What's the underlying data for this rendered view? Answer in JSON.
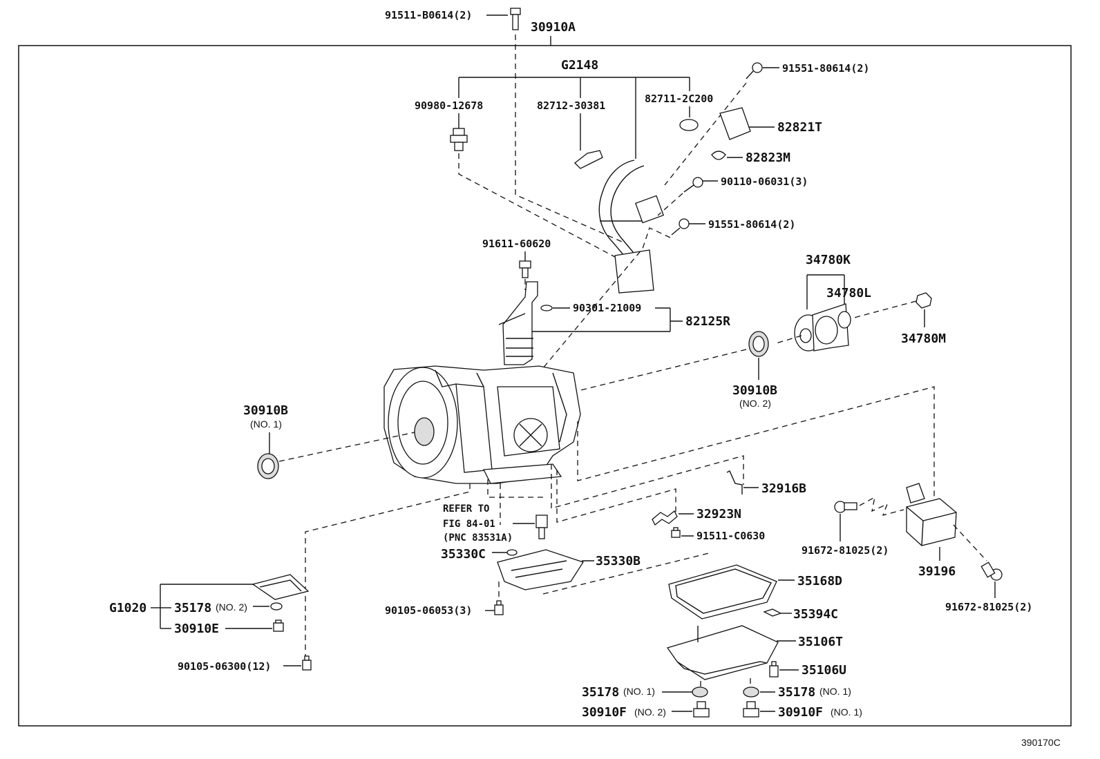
{
  "labels": {
    "p30910A": "30910A",
    "p91511B0614": "91511-B0614(2)",
    "pG2148": "G2148",
    "p9098012678": "90980-12678",
    "p8271230381": "82712-30381",
    "p827112C200": "82711-2C200",
    "p9155180614a": "91551-80614(2)",
    "p82821T": "82821T",
    "p82823M": "82823M",
    "p9011006031": "90110-06031(3)",
    "p9155180614b": "91551-80614(2)",
    "p9161160620": "91611-60620",
    "p9030121009": "90301-21009",
    "p82125R": "82125R",
    "p34780K": "34780K",
    "p34780L": "34780L",
    "p34780M": "34780M",
    "p30910B2": "30910B",
    "p30910B2sub": "(NO. 2)",
    "p30910B1": "30910B",
    "p30910B1sub": "(NO. 1)",
    "p32916B": "32916B",
    "p32923N": "32923N",
    "p91511C0630": "91511-C0630",
    "refer1": "REFER TO",
    "refer2": "FIG 84-01",
    "refer3": "(PNC 83531A)",
    "p35330C": "35330C",
    "p35330B": "35330B",
    "p9010506053": "90105-06053(3)",
    "p35168D": "35168D",
    "p35394C": "35394C",
    "p35106T": "35106T",
    "p35106U": "35106U",
    "pG1020": "G1020",
    "p35178no2": "35178",
    "p35178no2sub": "(NO. 2)",
    "p30910E": "30910E",
    "p9010506300": "90105-06300(12)",
    "p35178no1a": "35178",
    "p35178no1asub": "(NO. 1)",
    "p35178no1b": "35178",
    "p35178no1bsub": "(NO. 1)",
    "p30910Fno2": "30910F",
    "p30910Fno2sub": "(NO. 2)",
    "p30910Fno1": "30910F",
    "p30910Fno1sub": "(NO. 1)",
    "p9167281025a": "91672-81025(2)",
    "p39196": "39196",
    "p9167281025b": "91672-81025(2)",
    "figId": "390170C"
  }
}
